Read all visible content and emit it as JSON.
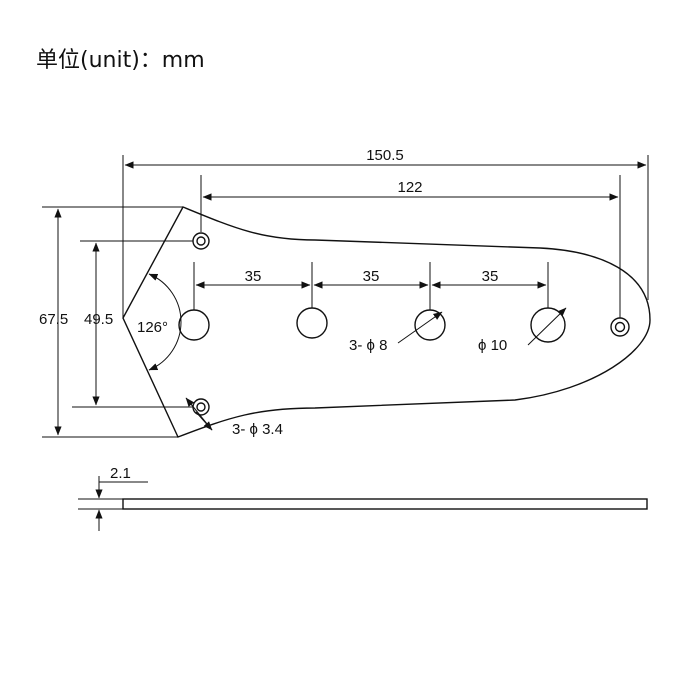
{
  "unit_label": "单位(unit)：mm",
  "dimensions": {
    "overall_length": "150.5",
    "hole_span": "122",
    "spacing_1": "35",
    "spacing_2": "35",
    "spacing_3": "35",
    "outer_height": "67.5",
    "hole_height": "49.5",
    "tip_angle": "126°",
    "large_holes": "3- ϕ 8",
    "control_hole": "ϕ 10",
    "screw_holes": "3- ϕ 3.4",
    "thickness": "2.1"
  }
}
